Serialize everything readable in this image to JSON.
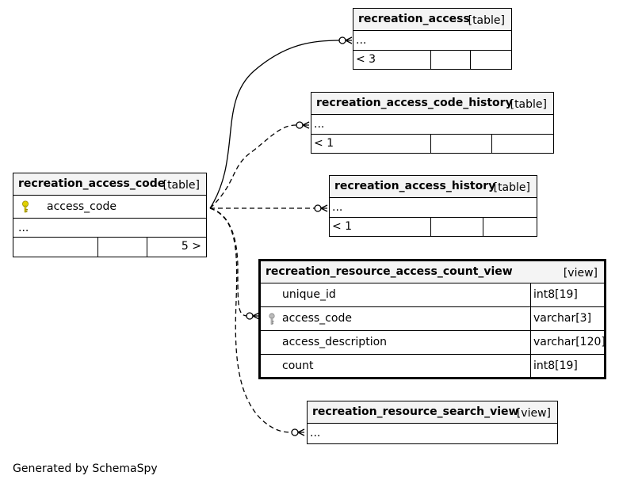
{
  "tables": {
    "recreation_access_code": {
      "name": "recreation_access_code",
      "kind": "[table]",
      "columns": [
        {
          "name": "access_code",
          "key": "primary"
        }
      ],
      "ellipsis": "...",
      "children": "5 >"
    },
    "recreation_access": {
      "name": "recreation_access",
      "kind": "[table]",
      "ellipsis": "...",
      "parents": "< 3"
    },
    "recreation_access_code_history": {
      "name": "recreation_access_code_history",
      "kind": "[table]",
      "ellipsis": "...",
      "parents": "< 1"
    },
    "recreation_access_history": {
      "name": "recreation_access_history",
      "kind": "[table]",
      "ellipsis": "...",
      "parents": "< 1"
    },
    "recreation_resource_access_count_view": {
      "name": "recreation_resource_access_count_view",
      "kind": "[view]",
      "columns": [
        {
          "name": "unique_id",
          "type": "int8[19]"
        },
        {
          "name": "access_code",
          "type": "varchar[3]",
          "key": "foreign"
        },
        {
          "name": "access_description",
          "type": "varchar[120]"
        },
        {
          "name": "count",
          "type": "int8[19]"
        }
      ]
    },
    "recreation_resource_search_view": {
      "name": "recreation_resource_search_view",
      "kind": "[view]",
      "ellipsis": "..."
    }
  },
  "relationships": [
    {
      "from": "recreation_access_code",
      "to": "recreation_access",
      "style": "solid"
    },
    {
      "from": "recreation_access_code",
      "to": "recreation_access_code_history",
      "style": "dashed"
    },
    {
      "from": "recreation_access_code",
      "to": "recreation_access_history",
      "style": "dashed"
    },
    {
      "from": "recreation_access_code",
      "to": "recreation_resource_access_count_view",
      "style": "dashed"
    },
    {
      "from": "recreation_access_code",
      "to": "recreation_resource_search_view",
      "style": "dashed"
    }
  ],
  "footer": "Generated by SchemaSpy",
  "colors": {
    "primary_key": "#e0d000",
    "foreign_key": "#aaaaaa",
    "header_bg": "#f4f4f4"
  }
}
